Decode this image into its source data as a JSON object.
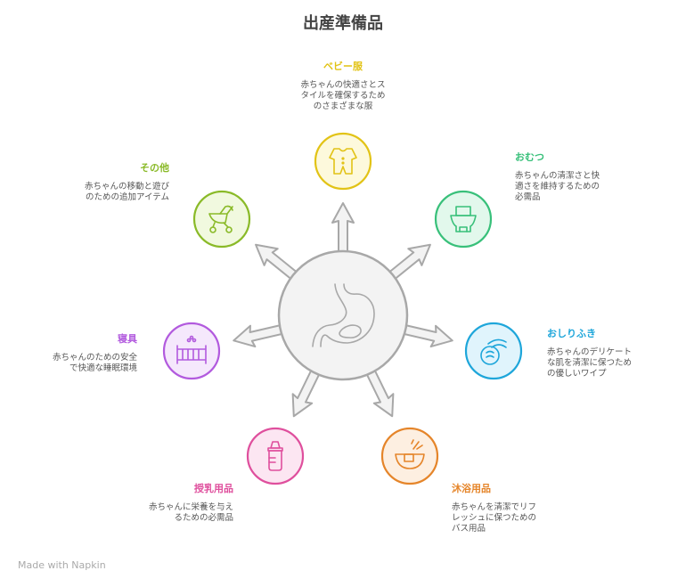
{
  "title": "出産準備品",
  "colors": {
    "center_fill": "#f3f3f3",
    "center_stroke": "#a8a8a8"
  },
  "center_icon": "stomach-icon",
  "items": [
    {
      "label": "ベビー服",
      "desc": "赤ちゃんの快適さとス\nタイルを確保するため\nのさまざまな服",
      "color": "#e2c316",
      "bg": "#fdf9dc",
      "icon": "onesie-icon"
    },
    {
      "label": "おむつ",
      "desc": "赤ちゃんの清潔さと快\n適さを維持するための\n必需品",
      "color": "#38c07a",
      "bg": "#e2f8ec",
      "icon": "potty-icon"
    },
    {
      "label": "おしりふき",
      "desc": "赤ちゃんのデリケート\nな肌を清潔に保つため\nの優しいワイプ",
      "color": "#1ea6da",
      "bg": "#e0f4fc",
      "icon": "wipes-icon"
    },
    {
      "label": "沐浴用品",
      "desc": "赤ちゃんを清潔でリフ\nレッシュに保つための\nバス用品",
      "color": "#e5852a",
      "bg": "#fdefe1",
      "icon": "bathtub-icon"
    },
    {
      "label": "授乳用品",
      "desc": "赤ちゃんに栄養を与え\nるための必需品",
      "color": "#df4f9d",
      "bg": "#fce6f2",
      "icon": "baby-bottle-icon"
    },
    {
      "label": "寝具",
      "desc": "赤ちゃんのための安全\nで快適な睡眠環境",
      "color": "#b25ade",
      "bg": "#f5e8fc",
      "icon": "crib-icon"
    },
    {
      "label": "その他",
      "desc": "赤ちゃんの移動と遊び\nのための追加アイテム",
      "color": "#8aba28",
      "bg": "#f1f9df",
      "icon": "stroller-icon"
    }
  ],
  "footer": "Made with Napkin"
}
